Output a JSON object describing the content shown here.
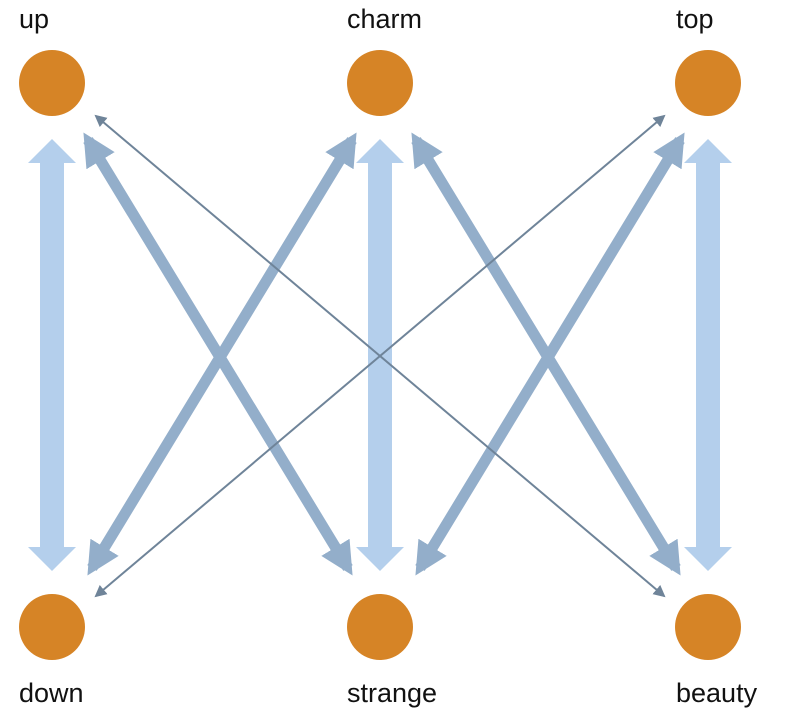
{
  "nodes": {
    "up": "up",
    "charm": "charm",
    "top": "top",
    "down": "down",
    "strange": "strange",
    "beauty": "beauty"
  },
  "colors": {
    "node": "#d68426",
    "strong": "#b4cfec",
    "medium": "#93aeca",
    "weak": "#6f8499"
  }
}
